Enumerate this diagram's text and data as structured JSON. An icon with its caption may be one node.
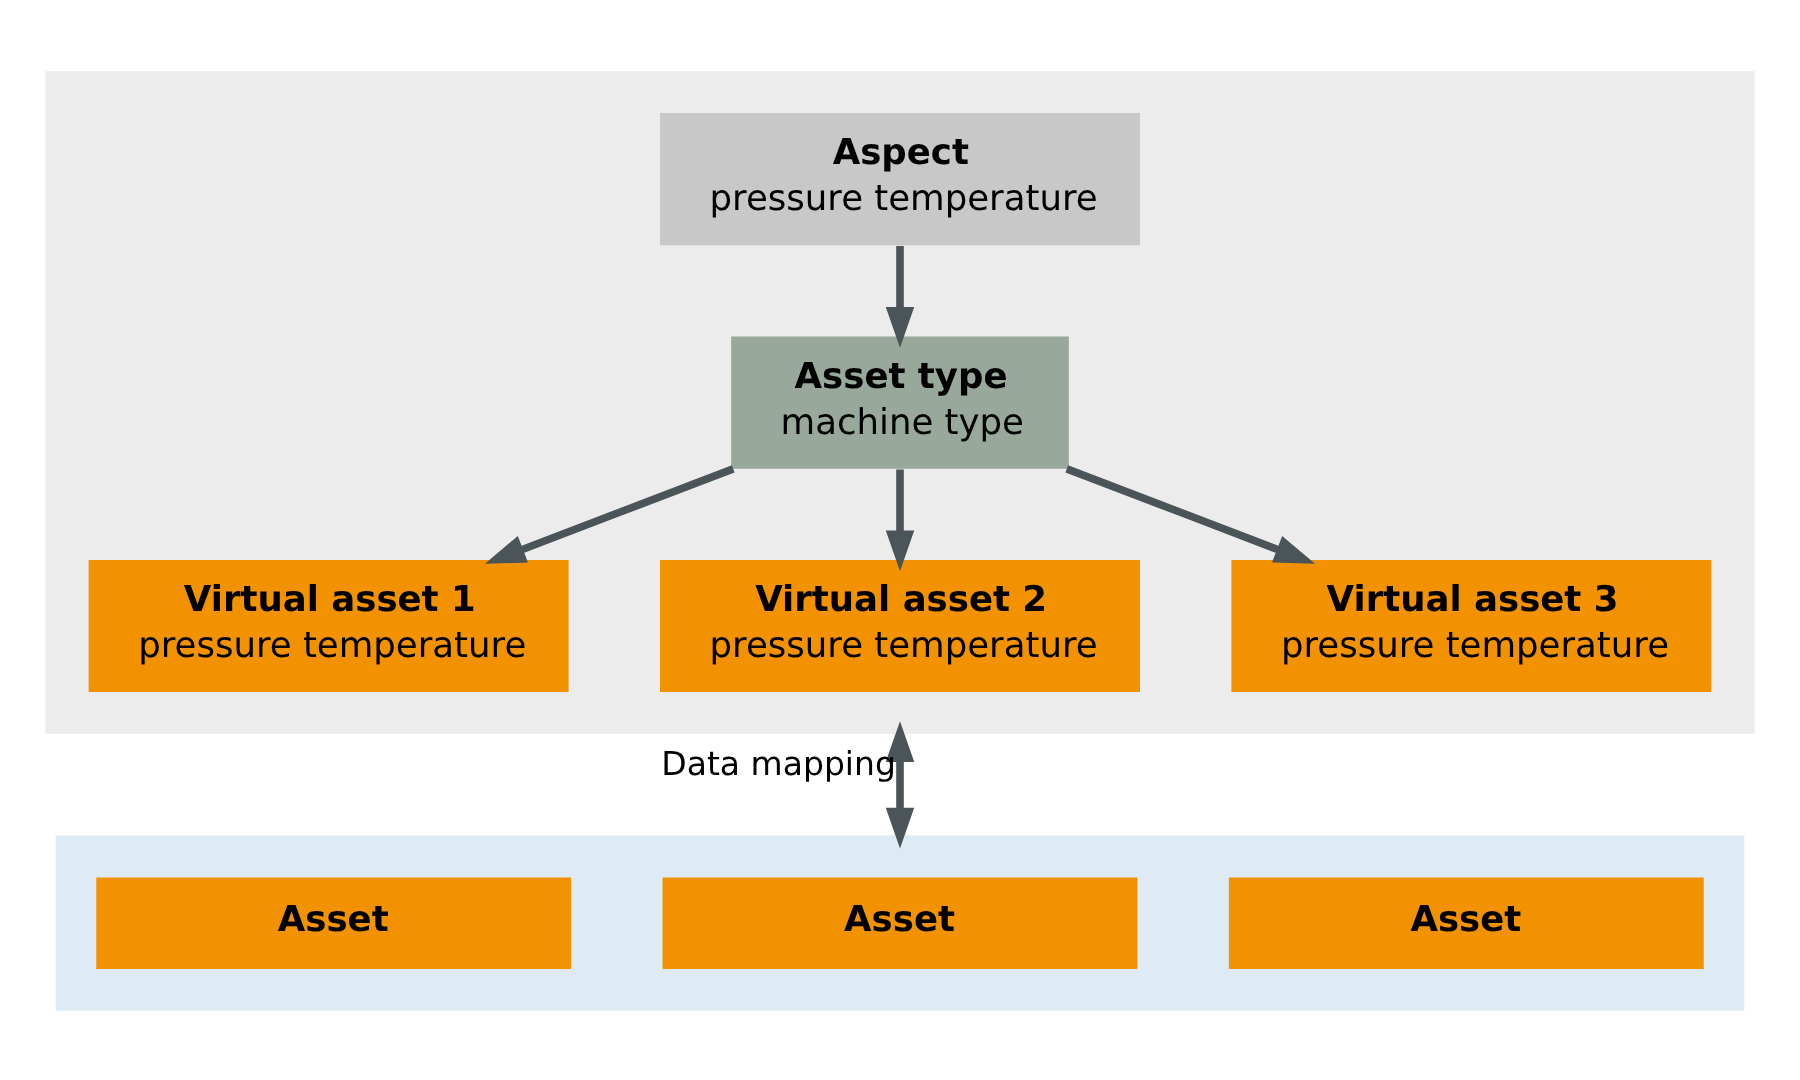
{
  "diagram": {
    "nodes": [
      {
        "text": [],
        "shape": "box"
      },
      {
        "text": [
          "Aspect",
          "pressure temperature"
        ],
        "in": 0
      },
      {
        "text": [
          "Asset type",
          "machine type"
        ],
        "in": 0
      },
      {
        "text": [
          "Virtual asset 1",
          "pressure temperature"
        ],
        "in": 0
      },
      {
        "text": [
          "Virtual asset 2",
          "pressure temperature"
        ],
        "in": 0
      },
      {
        "text": [
          "Virtual asset 3",
          "pressure temperature"
        ],
        "in": 0
      },
      {
        "text": [],
        "shape": "box"
      },
      {
        "text": [
          "Asset"
        ],
        "in": 6
      },
      {
        "text": [
          "Asset"
        ],
        "in": 6
      },
      {
        "text": [
          "Asset"
        ],
        "in": 6
      }
    ],
    "edges": [
      {
        "from": 1,
        "to": 2,
        "arrow": "to"
      },
      {
        "from": 2,
        "to": 3,
        "arrow": "to"
      },
      {
        "from": 2,
        "to": 4,
        "arrow": "to"
      },
      {
        "from": 2,
        "to": 5,
        "arrow": "to"
      },
      {
        "from": 0,
        "to": 6,
        "arrow": "both",
        "label": "Data mapping"
      }
    ]
  }
}
